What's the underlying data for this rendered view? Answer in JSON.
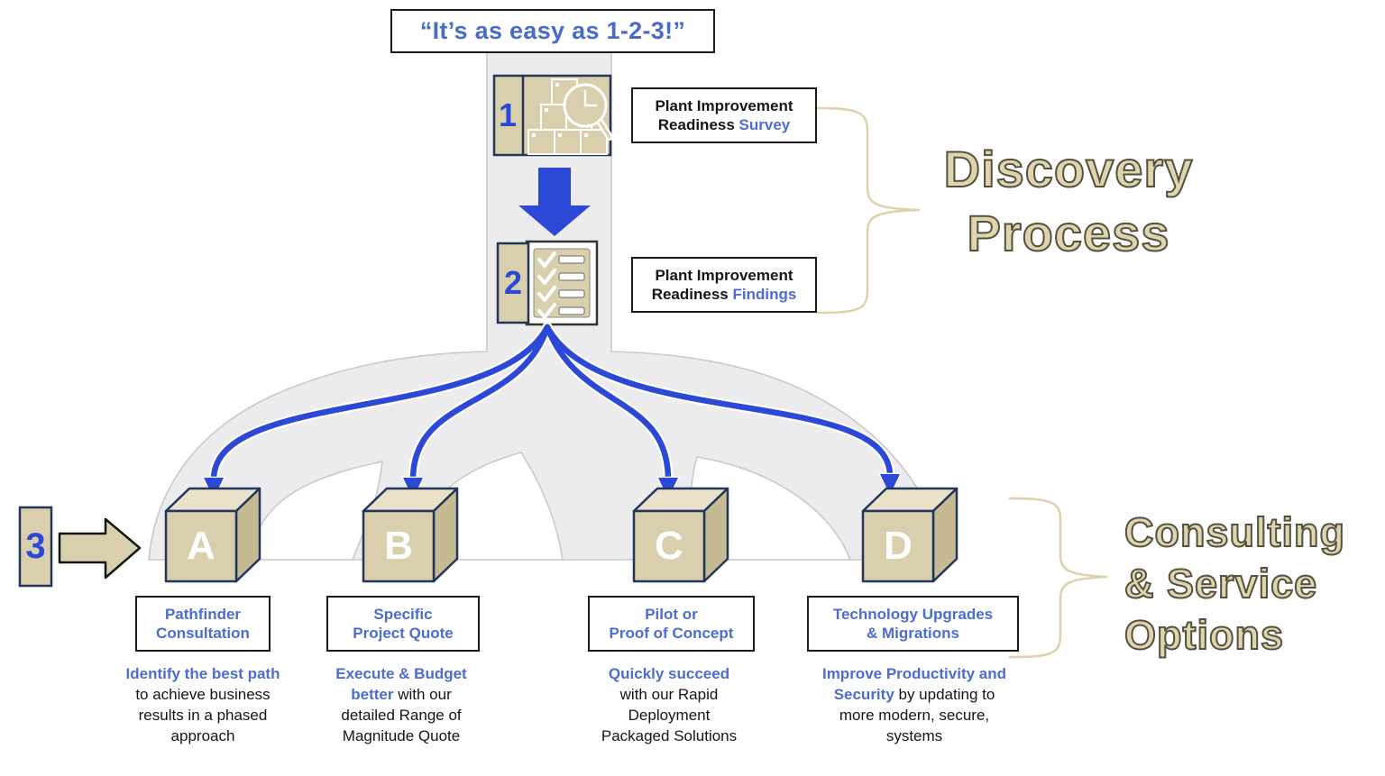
{
  "title": "“It’s as easy as 1-2-3!”",
  "groups": {
    "discovery": {
      "lines": [
        "Discovery",
        "Process"
      ]
    },
    "consulting": {
      "lines": [
        "Consulting",
        "& Service",
        "Options"
      ]
    }
  },
  "steps": [
    {
      "number": "1",
      "icon": "boxes-magnifier-icon",
      "label_lines": [
        [
          {
            "t": "Plant Improvement"
          }
        ],
        [
          {
            "t": "Readiness "
          },
          {
            "t": "Survey",
            "blue": true
          }
        ]
      ]
    },
    {
      "number": "2",
      "icon": "checklist-icon",
      "label_lines": [
        [
          {
            "t": "Plant Improvement"
          }
        ],
        [
          {
            "t": "Readiness "
          },
          {
            "t": "Findings",
            "blue": true
          }
        ]
      ]
    },
    {
      "number": "3",
      "icon": "right-block-arrow-icon"
    }
  ],
  "options": [
    {
      "letter": "A",
      "title_lines": [
        "Pathfinder",
        "Consultation"
      ],
      "desc_lines": [
        [
          {
            "t": "Identify the best path",
            "blue": true
          }
        ],
        [
          {
            "t": "to achieve business"
          }
        ],
        [
          {
            "t": "results in a phased"
          }
        ],
        [
          {
            "t": "approach"
          }
        ]
      ]
    },
    {
      "letter": "B",
      "title_lines": [
        "Specific",
        "Project Quote"
      ],
      "desc_lines": [
        [
          {
            "t": "Execute & Budget",
            "blue": true
          }
        ],
        [
          {
            "t": "better",
            "blue": true
          },
          {
            "t": " with our"
          }
        ],
        [
          {
            "t": "detailed Range of"
          }
        ],
        [
          {
            "t": "Magnitude Quote"
          }
        ]
      ]
    },
    {
      "letter": "C",
      "title_lines": [
        "Pilot or",
        "Proof of Concept"
      ],
      "desc_lines": [
        [
          {
            "t": "Quickly succeed",
            "blue": true
          }
        ],
        [
          {
            "t": "with our Rapid"
          }
        ],
        [
          {
            "t": "Deployment"
          }
        ],
        [
          {
            "t": "Packaged Solutions"
          }
        ]
      ]
    },
    {
      "letter": "D",
      "title_lines": [
        "Technology Upgrades",
        "& Migrations"
      ],
      "desc_lines": [
        [
          {
            "t": "Improve Productivity and",
            "blue": true
          }
        ],
        [
          {
            "t": "Security",
            "blue": true
          },
          {
            "t": " by updating to"
          }
        ],
        [
          {
            "t": "more modern, secure,"
          }
        ],
        [
          {
            "t": "systems"
          }
        ]
      ]
    }
  ],
  "colors": {
    "accent_blue": "#2b48d6",
    "text_blue": "#4a6cd3",
    "tan_fill": "#d9cfad",
    "tan_light": "#e9e2c9",
    "tan_dark": "#c6ba92",
    "navy_border": "#22365c",
    "gray_shape": "#ececee",
    "gray_border": "#c9c9cc",
    "brace_tan": "#dcd1a8",
    "outline_text_fill": "#ded4ae",
    "outline_text_stroke": "#55503e"
  }
}
